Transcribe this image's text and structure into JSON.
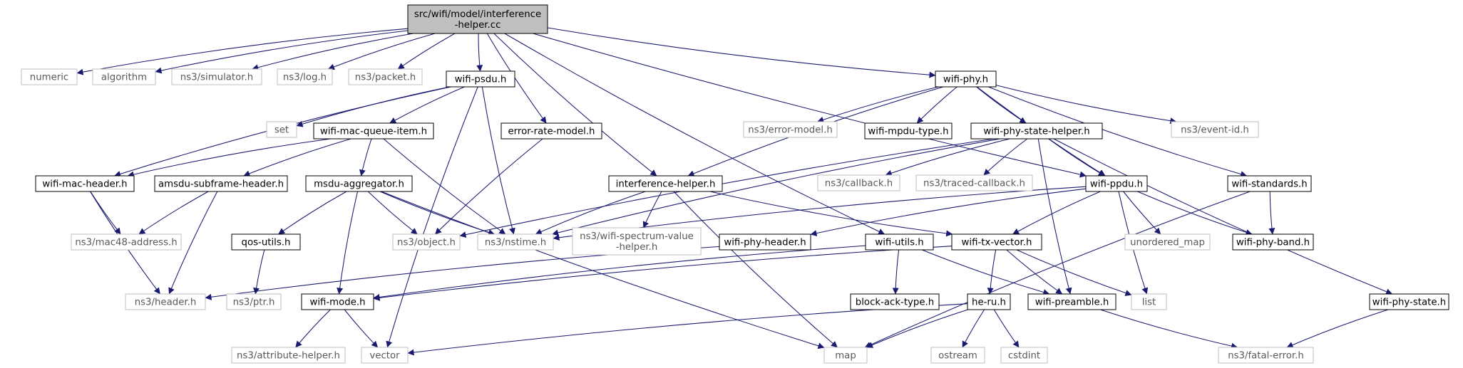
{
  "graph": {
    "title": "src/wifi/model/interference-helper.cc",
    "edge_color": "#191970",
    "root_fill": "#bfbfbf",
    "documented_border": "#000000",
    "external_border": "#bfbfbf",
    "nodes": {
      "root": {
        "lines": [
          "src/wifi/model/interference",
          "-helper.cc"
        ],
        "kind": "root"
      },
      "numeric": {
        "lines": [
          "numeric"
        ],
        "kind": "ext"
      },
      "algorithm": {
        "lines": [
          "algorithm"
        ],
        "kind": "ext"
      },
      "simulator": {
        "lines": [
          "ns3/simulator.h"
        ],
        "kind": "ext"
      },
      "log": {
        "lines": [
          "ns3/log.h"
        ],
        "kind": "ext"
      },
      "packet": {
        "lines": [
          "ns3/packet.h"
        ],
        "kind": "ext"
      },
      "wifi_psdu": {
        "lines": [
          "wifi-psdu.h"
        ],
        "kind": "doc"
      },
      "wifi_phy": {
        "lines": [
          "wifi-phy.h"
        ],
        "kind": "doc"
      },
      "set": {
        "lines": [
          "set"
        ],
        "kind": "ext"
      },
      "wmqi": {
        "lines": [
          "wifi-mac-queue-item.h"
        ],
        "kind": "doc"
      },
      "erm": {
        "lines": [
          "error-rate-model.h"
        ],
        "kind": "doc"
      },
      "ns3_error_model": {
        "lines": [
          "ns3/error-model.h"
        ],
        "kind": "ext"
      },
      "wifi_mpdu_type": {
        "lines": [
          "wifi-mpdu-type.h"
        ],
        "kind": "doc"
      },
      "wpsh": {
        "lines": [
          "wifi-phy-state-helper.h"
        ],
        "kind": "doc"
      },
      "event_id": {
        "lines": [
          "ns3/event-id.h"
        ],
        "kind": "ext"
      },
      "wmh": {
        "lines": [
          "wifi-mac-header.h"
        ],
        "kind": "doc"
      },
      "ash": {
        "lines": [
          "amsdu-subframe-header.h"
        ],
        "kind": "doc"
      },
      "msdu_agg": {
        "lines": [
          "msdu-aggregator.h"
        ],
        "kind": "doc"
      },
      "ih": {
        "lines": [
          "interference-helper.h"
        ],
        "kind": "doc"
      },
      "callback": {
        "lines": [
          "ns3/callback.h"
        ],
        "kind": "ext"
      },
      "traced_callback": {
        "lines": [
          "ns3/traced-callback.h"
        ],
        "kind": "ext"
      },
      "wifi_ppdu": {
        "lines": [
          "wifi-ppdu.h"
        ],
        "kind": "doc"
      },
      "wifi_standards": {
        "lines": [
          "wifi-standards.h"
        ],
        "kind": "doc"
      },
      "mac48": {
        "lines": [
          "ns3/mac48-address.h"
        ],
        "kind": "ext"
      },
      "qos_utils": {
        "lines": [
          "qos-utils.h"
        ],
        "kind": "doc"
      },
      "object": {
        "lines": [
          "ns3/object.h"
        ],
        "kind": "ext"
      },
      "nstime": {
        "lines": [
          "ns3/nstime.h"
        ],
        "kind": "ext"
      },
      "wsvh": {
        "lines": [
          "ns3/wifi-spectrum-value",
          "-helper.h"
        ],
        "kind": "ext"
      },
      "wphh": {
        "lines": [
          "wifi-phy-header.h"
        ],
        "kind": "doc"
      },
      "wifi_utils": {
        "lines": [
          "wifi-utils.h"
        ],
        "kind": "doc"
      },
      "wtxv": {
        "lines": [
          "wifi-tx-vector.h"
        ],
        "kind": "doc"
      },
      "unordered_map": {
        "lines": [
          "unordered_map"
        ],
        "kind": "ext"
      },
      "wifi_phy_band": {
        "lines": [
          "wifi-phy-band.h"
        ],
        "kind": "doc"
      },
      "header": {
        "lines": [
          "ns3/header.h"
        ],
        "kind": "ext"
      },
      "ptr": {
        "lines": [
          "ns3/ptr.h"
        ],
        "kind": "ext"
      },
      "wifi_mode": {
        "lines": [
          "wifi-mode.h"
        ],
        "kind": "doc"
      },
      "block_ack": {
        "lines": [
          "block-ack-type.h"
        ],
        "kind": "doc"
      },
      "he_ru": {
        "lines": [
          "he-ru.h"
        ],
        "kind": "doc"
      },
      "wifi_preamble": {
        "lines": [
          "wifi-preamble.h"
        ],
        "kind": "doc"
      },
      "list": {
        "lines": [
          "list"
        ],
        "kind": "ext"
      },
      "wifi_phy_state": {
        "lines": [
          "wifi-phy-state.h"
        ],
        "kind": "doc"
      },
      "attr_helper": {
        "lines": [
          "ns3/attribute-helper.h"
        ],
        "kind": "ext"
      },
      "vector": {
        "lines": [
          "vector"
        ],
        "kind": "ext"
      },
      "map": {
        "lines": [
          "map"
        ],
        "kind": "ext"
      },
      "ostream": {
        "lines": [
          "ostream"
        ],
        "kind": "ext"
      },
      "cstdint": {
        "lines": [
          "cstdint"
        ],
        "kind": "ext"
      },
      "fatal_error": {
        "lines": [
          "ns3/fatal-error.h"
        ],
        "kind": "ext"
      }
    },
    "edges": [
      [
        "root",
        "numeric"
      ],
      [
        "root",
        "algorithm"
      ],
      [
        "root",
        "simulator"
      ],
      [
        "root",
        "log"
      ],
      [
        "root",
        "packet"
      ],
      [
        "root",
        "wifi_psdu"
      ],
      [
        "root",
        "erm"
      ],
      [
        "root",
        "ih"
      ],
      [
        "root",
        "wifi_utils"
      ],
      [
        "root",
        "wifi_phy"
      ],
      [
        "root",
        "wifi_ppdu"
      ],
      [
        "wifi_psdu",
        "set"
      ],
      [
        "wifi_psdu",
        "wmqi"
      ],
      [
        "wifi_psdu",
        "wmh"
      ],
      [
        "wifi_psdu",
        "nstime"
      ],
      [
        "wifi_psdu",
        "vector"
      ],
      [
        "wmqi",
        "wmh"
      ],
      [
        "wmqi",
        "ash"
      ],
      [
        "wmqi",
        "msdu_agg"
      ],
      [
        "wmqi",
        "nstime"
      ],
      [
        "erm",
        "object"
      ],
      [
        "wifi_phy",
        "ih"
      ],
      [
        "wifi_phy",
        "ns3_error_model"
      ],
      [
        "wifi_phy",
        "wifi_mpdu_type"
      ],
      [
        "wifi_phy",
        "wpsh"
      ],
      [
        "wifi_phy",
        "event_id"
      ],
      [
        "wifi_phy",
        "wifi_ppdu"
      ],
      [
        "wifi_phy",
        "wifi_standards"
      ],
      [
        "wpsh",
        "object"
      ],
      [
        "wpsh",
        "nstime"
      ],
      [
        "wpsh",
        "callback"
      ],
      [
        "wpsh",
        "traced_callback"
      ],
      [
        "wpsh",
        "wifi_ppdu"
      ],
      [
        "wpsh",
        "wifi_preamble"
      ],
      [
        "wpsh",
        "wifi_phy_state"
      ],
      [
        "wmh",
        "mac48"
      ],
      [
        "wmh",
        "header"
      ],
      [
        "ash",
        "mac48"
      ],
      [
        "ash",
        "header"
      ],
      [
        "msdu_agg",
        "qos_utils"
      ],
      [
        "msdu_agg",
        "object"
      ],
      [
        "msdu_agg",
        "nstime"
      ],
      [
        "msdu_agg",
        "wifi_mode"
      ],
      [
        "msdu_agg",
        "map"
      ],
      [
        "ih",
        "nstime"
      ],
      [
        "ih",
        "wsvh"
      ],
      [
        "ih",
        "wtxv"
      ],
      [
        "ih",
        "map"
      ],
      [
        "wifi_ppdu",
        "nstime"
      ],
      [
        "wifi_ppdu",
        "wphh"
      ],
      [
        "wifi_ppdu",
        "wtxv"
      ],
      [
        "wifi_ppdu",
        "unordered_map"
      ],
      [
        "wifi_ppdu",
        "wifi_phy_band"
      ],
      [
        "wifi_ppdu",
        "list"
      ],
      [
        "wifi_standards",
        "wifi_phy_band"
      ],
      [
        "wifi_standards",
        "map"
      ],
      [
        "qos_utils",
        "ptr"
      ],
      [
        "wphh",
        "header"
      ],
      [
        "wifi_utils",
        "wifi_mode"
      ],
      [
        "wifi_utils",
        "block_ack"
      ],
      [
        "wifi_utils",
        "wifi_preamble"
      ],
      [
        "wtxv",
        "wifi_mode"
      ],
      [
        "wtxv",
        "he_ru"
      ],
      [
        "wtxv",
        "wifi_preamble"
      ],
      [
        "wtxv",
        "list"
      ],
      [
        "wifi_mode",
        "attr_helper"
      ],
      [
        "wifi_mode",
        "vector"
      ],
      [
        "he_ru",
        "vector"
      ],
      [
        "he_ru",
        "map"
      ],
      [
        "he_ru",
        "ostream"
      ],
      [
        "he_ru",
        "cstdint"
      ],
      [
        "wifi_preamble",
        "fatal_error"
      ],
      [
        "wifi_phy_state",
        "fatal_error"
      ]
    ]
  }
}
